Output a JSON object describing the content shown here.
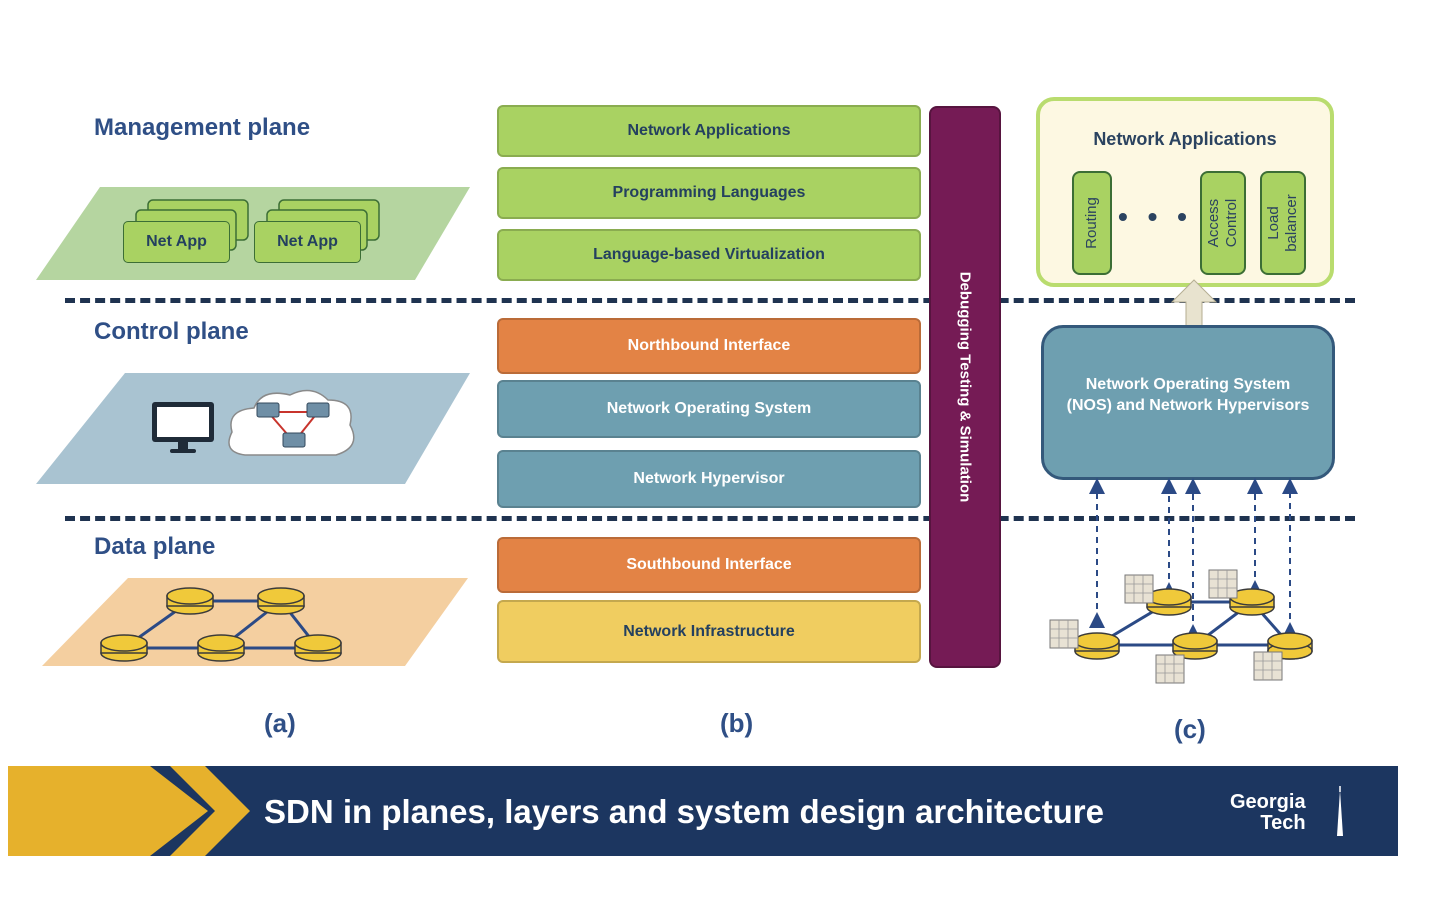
{
  "planes": {
    "management": "Management plane",
    "control": "Control plane",
    "data": "Data plane",
    "net_app_label": "Net App"
  },
  "layers": {
    "network_applications": "Network Applications",
    "programming_languages": "Programming Languages",
    "language_virtualization": "Language-based Virtualization",
    "northbound": "Northbound Interface",
    "nos": "Network Operating System",
    "hypervisor": "Network Hypervisor",
    "southbound": "Southbound Interface",
    "infrastructure": "Network Infrastructure",
    "debugging": "Debugging Testing & Simulation"
  },
  "architecture": {
    "apps_title": "Network Applications",
    "routing": "Routing",
    "dots": "• • •",
    "access_control": "Access Control",
    "load_balancer": "Load balancer",
    "nos_box": "Network Operating System (NOS) and Network Hypervisors"
  },
  "figure_labels": {
    "a": "(a)",
    "b": "(b)",
    "c": "(c)"
  },
  "banner": {
    "title": "SDN in planes, layers and system design architecture",
    "logo_line1": "Georgia",
    "logo_line2": "Tech"
  },
  "colors": {
    "navy": "#1c3660",
    "gold": "#e6b12c",
    "green": "#a9d262",
    "orange": "#e38345",
    "teal": "#6e9fb0",
    "yellow": "#f0cd60",
    "purple": "#751b55"
  }
}
